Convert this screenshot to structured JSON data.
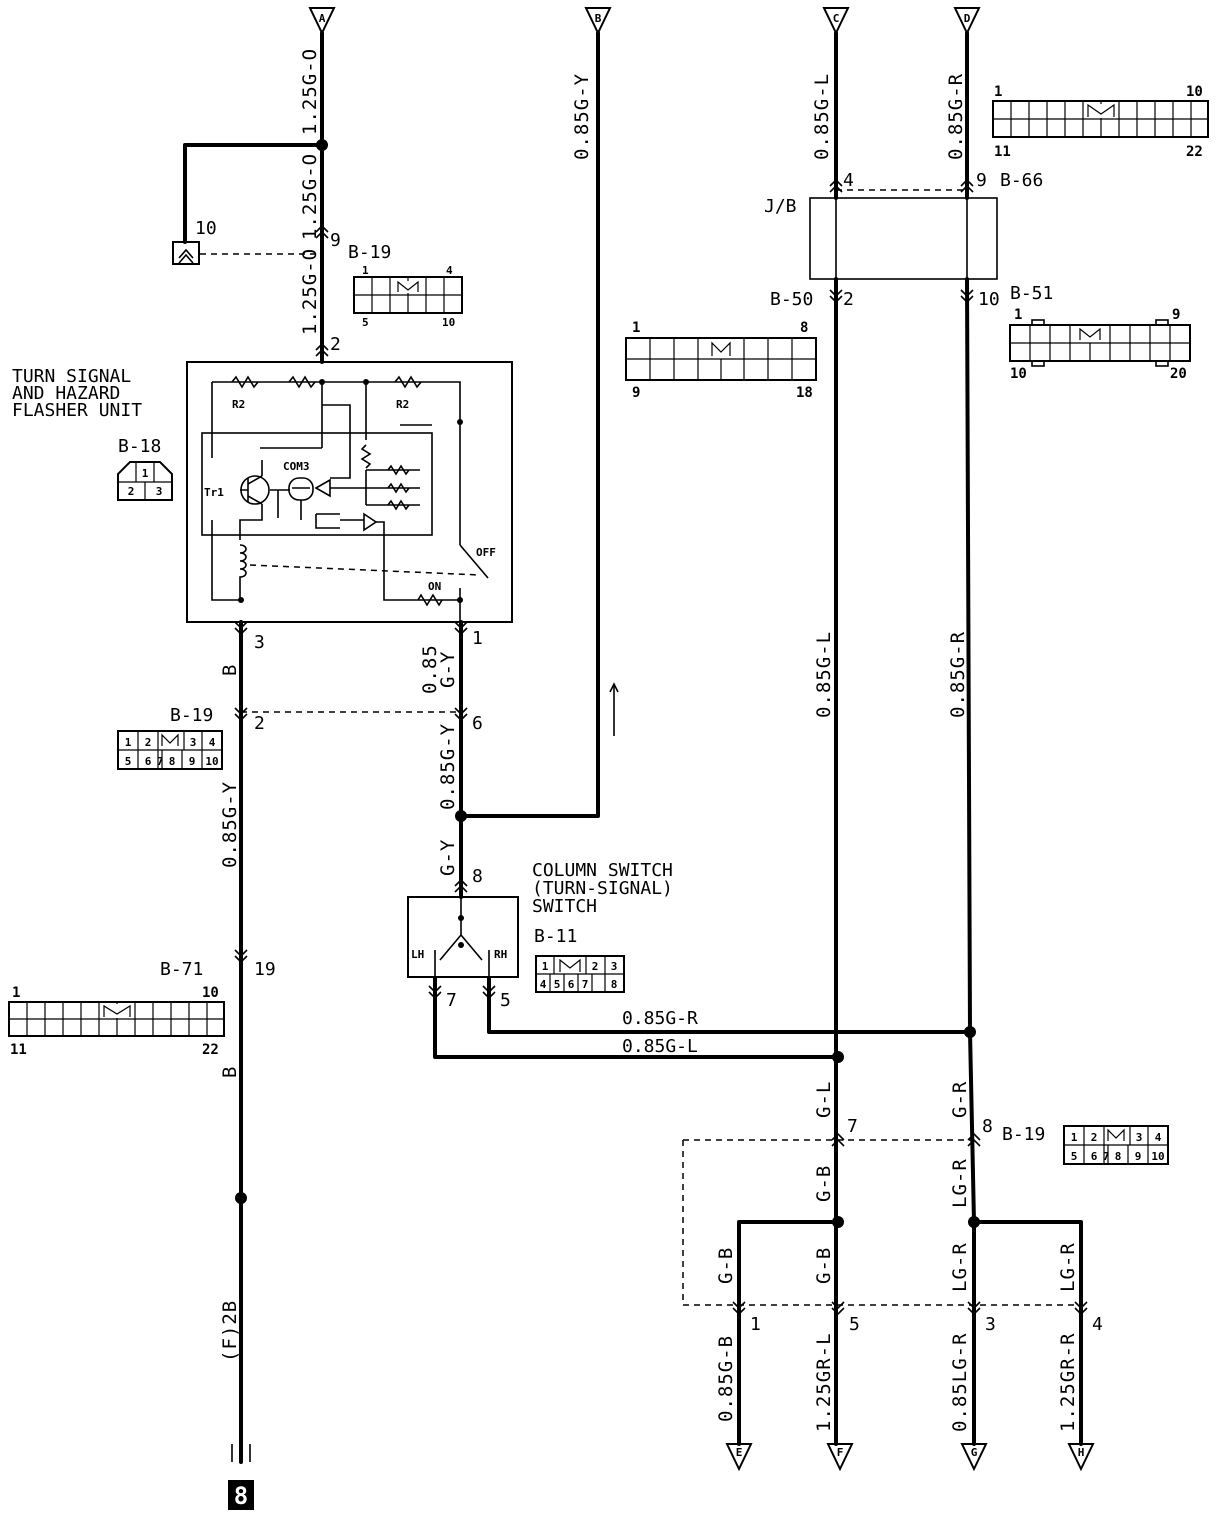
{
  "terminals_top": [
    "A",
    "B",
    "C",
    "D"
  ],
  "terminals_bottom": [
    "E",
    "F",
    "G",
    "H"
  ],
  "wires": {
    "a_top": "1.25G-O",
    "a_mid": "1.25G-O",
    "a_low": "1.25G-O",
    "b_top": "0.85G-Y",
    "c_top": "0.85G-L",
    "d_top": "0.85G-R",
    "c_mid": "0.85G-L",
    "d_mid": "0.85G-R",
    "pin3_out": "B",
    "pin1_out_a": "0.85",
    "pin1_out_b": "G-Y",
    "b19_left": "0.85G-Y",
    "b19_right": "0.85G-Y",
    "gy_short": "G-Y",
    "b71_below": "B",
    "ground": "(F)2B",
    "h_r": "0.85G-R",
    "h_l": "0.85G-L",
    "gl": "G-L",
    "gr": "G-R",
    "gb_mid": "G-B",
    "lgr_mid": "LG-R",
    "gb_left": "G-B",
    "gb_right": "G-B",
    "lgr_left": "LG-R",
    "lgr_right": "LG-R",
    "bot_e": "0.85G-B",
    "bot_f": "1.25GR-L",
    "bot_g": "0.85LG-R",
    "bot_h": "1.25GR-R"
  },
  "connectors": {
    "b19_top": "B-19",
    "b19_mid": "B-19",
    "b19_low": "B-19",
    "b18": "B-18",
    "b66": "B-66",
    "b50": "B-50",
    "b51": "B-51",
    "b71": "B-71",
    "b11": "B-11",
    "jb": "J/B"
  },
  "pins": {
    "p10": "10",
    "p9a": "9",
    "p2a": "2",
    "p3": "3",
    "p1": "1",
    "p2b": "2",
    "p6": "6",
    "p8": "8",
    "p19": "19",
    "p7": "7",
    "p5": "5",
    "p4c": "4",
    "p9d": "9",
    "p2c": "2",
    "p10d": "10",
    "p7b": "7",
    "p8b": "8",
    "q1": "1",
    "q5": "5",
    "q3": "3",
    "q4": "4"
  },
  "flasher": {
    "title_1": "TURN SIGNAL",
    "title_2": "AND HAZARD",
    "title_3": "FLASHER UNIT",
    "r2_left": "R2",
    "r2_right": "R2",
    "com3": "COM3",
    "tr1": "Tr1",
    "off": "OFF",
    "on": "ON"
  },
  "column_switch": {
    "title_1": "COLUMN SWITCH",
    "title_2": "(TURN-SIGNAL)",
    "title_3": "SWITCH",
    "lh": "LH",
    "rh": "RH"
  },
  "connector_pins": {
    "b19_top": {
      "tl": "1",
      "tr": "4",
      "bl": "5",
      "br": "10"
    },
    "b66": {
      "tl": "1",
      "tr": "10",
      "bl": "11",
      "br": "22"
    },
    "b50": {
      "tl": "1",
      "tr": "8",
      "bl": "9",
      "br": "18"
    },
    "b51": {
      "tl": "1",
      "tr": "9",
      "bl": "10",
      "br": "20"
    },
    "b71": {
      "tl": "1",
      "tr": "10",
      "bl": "11",
      "br": "22"
    },
    "b18": {
      "top": "1",
      "bl": "2",
      "br": "3"
    },
    "b19_cells": [
      "1",
      "2",
      "3",
      "4",
      "5",
      "6",
      "7",
      "8",
      "9",
      "10"
    ],
    "b11_cells": [
      "1",
      "2",
      "3",
      "4",
      "5",
      "6",
      "7",
      "8"
    ]
  },
  "ground_box": "8"
}
